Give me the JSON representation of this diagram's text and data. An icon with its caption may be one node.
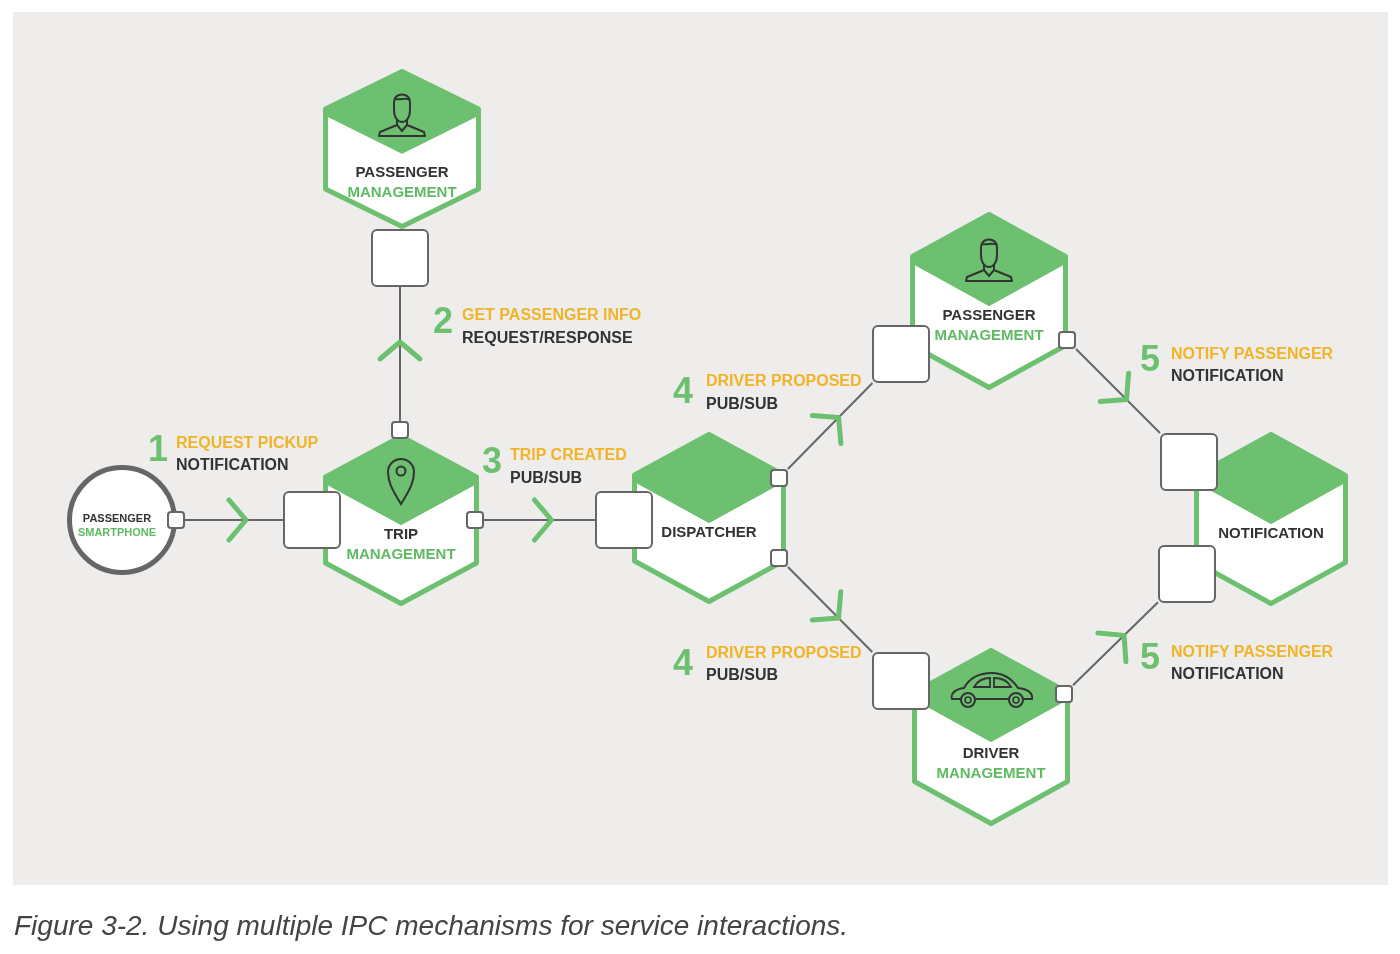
{
  "diagram": {
    "caption": "Figure 3-2. Using multiple IPC mechanisms for service interactions.",
    "nodes": [
      {
        "text": [
          "PASSENGER",
          "SMARTPHONE"
        ]
      },
      {
        "text": [],
        "shape": "box"
      },
      {
        "text": [],
        "shape": "box"
      },
      {
        "text": [
          "TRIP",
          "MANAGEMENT"
        ]
      },
      {
        "text": [],
        "shape": "box"
      },
      {
        "text": [],
        "shape": "box"
      },
      {
        "text": [
          "PASSENGER",
          "MANAGEMENT"
        ]
      },
      {
        "text": [],
        "shape": "box"
      },
      {
        "text": [],
        "shape": "box"
      },
      {
        "text": [
          "DISPATCHER"
        ]
      },
      {
        "text": [],
        "shape": "box"
      },
      {
        "text": [],
        "shape": "box"
      },
      {
        "text": [],
        "shape": "box"
      },
      {
        "text": [
          "PASSENGER",
          "MANAGEMENT"
        ]
      },
      {
        "text": [],
        "shape": "box"
      },
      {
        "text": [],
        "shape": "box"
      },
      {
        "text": [
          "DRIVER",
          "MANAGEMENT"
        ]
      },
      {
        "text": [],
        "shape": "box"
      },
      {
        "text": [],
        "shape": "box"
      },
      {
        "text": [],
        "shape": "box"
      },
      {
        "text": [
          "NOTIFICATION"
        ]
      }
    ],
    "edges": [
      {
        "from": 1,
        "to": 2,
        "arrow": "to"
      },
      {
        "from": 4,
        "to": 5,
        "arrow": "to"
      },
      {
        "from": 7,
        "to": 8,
        "arrow": "to"
      },
      {
        "from": 10,
        "to": 12,
        "arrow": "to"
      },
      {
        "from": 11,
        "to": 15,
        "arrow": "to"
      },
      {
        "from": 14,
        "to": 18,
        "arrow": "to"
      },
      {
        "from": 17,
        "to": 19,
        "arrow": "to"
      }
    ],
    "labels": [
      "1",
      "REQUEST PICKUP",
      "NOTIFICATION",
      "2",
      "GET PASSENGER INFO",
      "REQUEST/RESPONSE",
      "3",
      "TRIP CREATED",
      "PUB/SUB",
      "4",
      "DRIVER PROPOSED",
      "PUB/SUB",
      "5",
      "NOTIFY PASSENGER",
      "NOTIFICATION",
      "4",
      "DRIVER PROPOSED",
      "PUB/SUB",
      "5",
      "NOTIFY PASSENGER",
      "NOTIFICATION"
    ]
  }
}
